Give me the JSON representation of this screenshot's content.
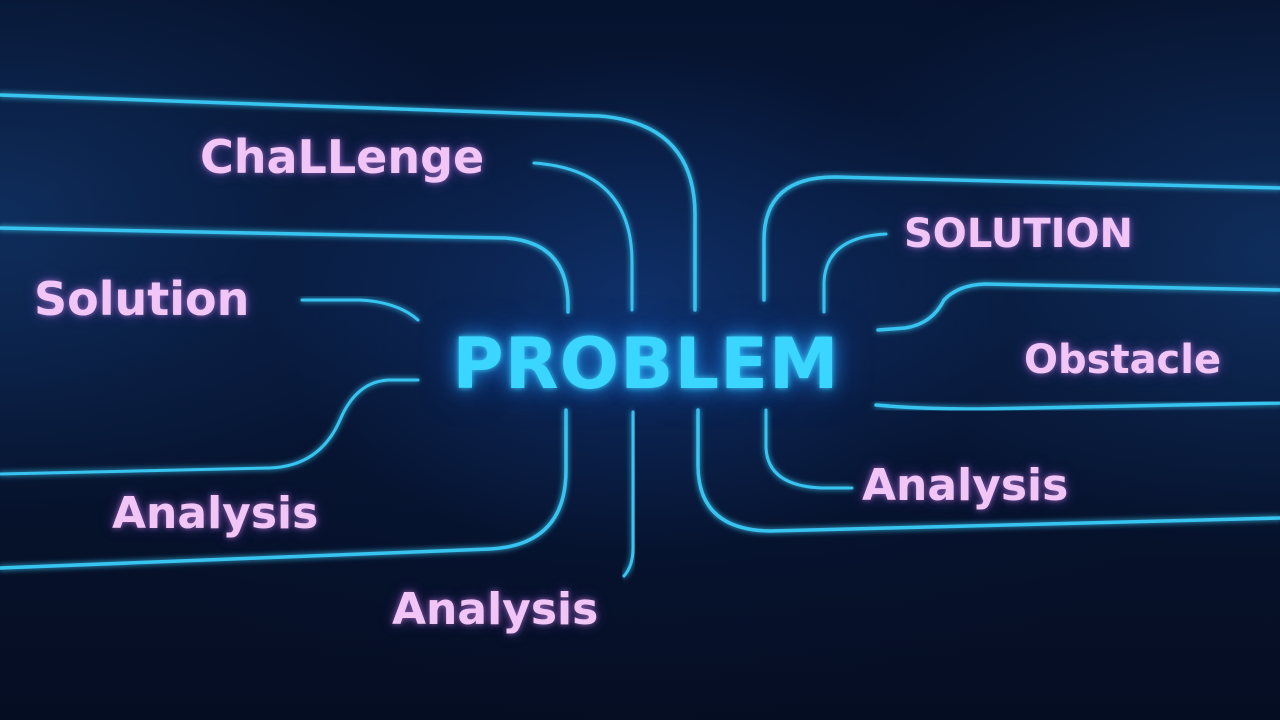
{
  "diagram": {
    "center": "PROBLEM",
    "terms": [
      "ChaLLenge",
      "Solution",
      "Analysis",
      "Analysis",
      "SOLUTION",
      "Obstacle",
      "Analysis"
    ]
  },
  "colors": {
    "background": "#06122c",
    "connector": "#37c4f0",
    "center_text": "#3ad6ff",
    "term_text": "#f1c6f7"
  }
}
